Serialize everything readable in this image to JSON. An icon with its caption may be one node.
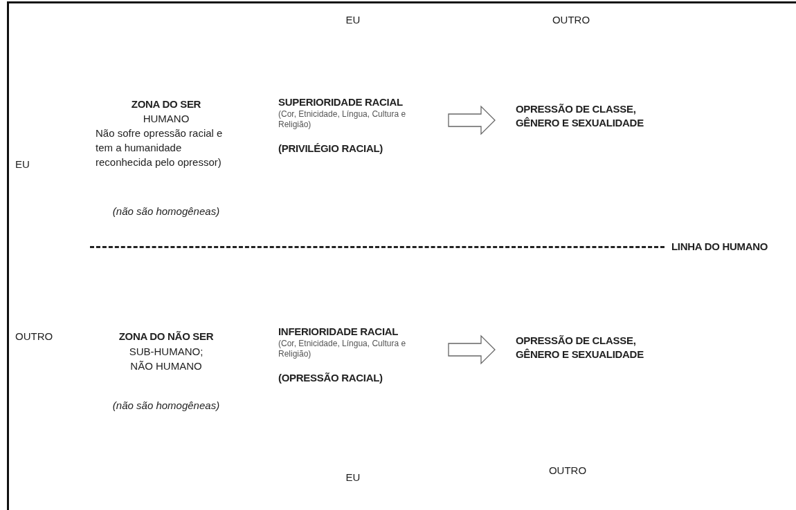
{
  "diagram": {
    "nodes": [
      {
        "text": [
          "SUPERIORIDADE RACIAL",
          "(Cor, Etnicidade, Língua, Cultura e Religião)",
          "(PRIVILÉGIO RACIAL)"
        ]
      },
      {
        "text": [
          "OPRESSÃO DE CLASSE, GÊNERO E SEXUALIDADE"
        ]
      },
      {
        "text": [
          "INFERIORIDADE RACIAL",
          "(Cor, Etnicidade, Língua, Cultura e Religião)",
          "(OPRESSÃO RACIAL)"
        ]
      },
      {
        "text": [
          "OPRESSÃO DE CLASSE, GÊNERO E SEXUALIDADE"
        ]
      }
    ],
    "edges": [
      {
        "from": 0,
        "to": 1,
        "arrow": "to"
      },
      {
        "from": 2,
        "to": 3,
        "arrow": "to"
      }
    ],
    "labels": [
      "EU",
      "OUTRO",
      "EU",
      "ZONA DO SER",
      "HUMANO",
      "Não sofre opressão racial e tem a humanidade reconhecida pelo opressor)",
      "(não são homogêneas)",
      "LINHA DO HUMANO",
      "OUTRO",
      "ZONA DO NÃO SER",
      "SUB-HUMANO; NÃO HUMANO",
      "(não são homogêneas)",
      "EU",
      "OUTRO"
    ]
  }
}
